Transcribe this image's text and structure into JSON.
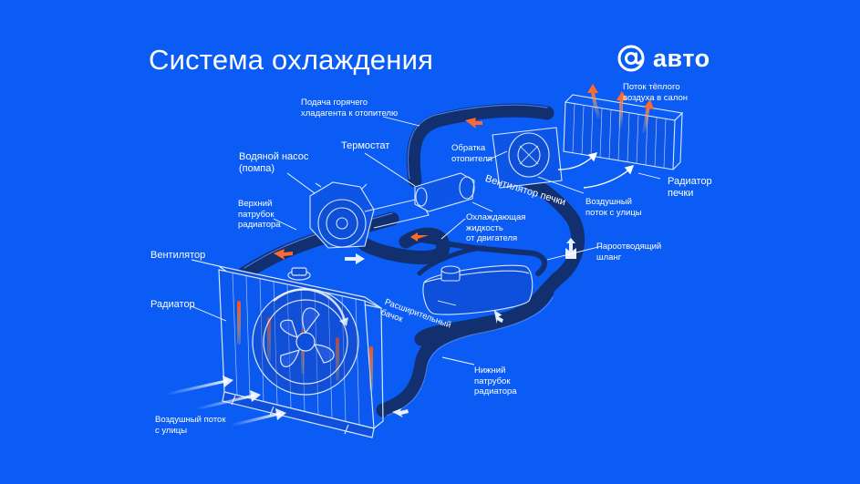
{
  "title": "Система охлаждения",
  "brand": {
    "text": "авто",
    "icon": "at-sign-logo-icon"
  },
  "colors": {
    "background": "#0a5cf5",
    "hose": "#12306f",
    "outline": "#cfe0ff",
    "hot": "#ff5a1f",
    "cold": "#e6f0ff"
  },
  "labels": {
    "hot_supply": "Подача горячего\nхладагента к отопителю",
    "warm_air": "Поток тёплого\nвоздуха в салон",
    "thermostat": "Термостат",
    "heater_return": "Обратка\nотопителя",
    "water_pump": "Водяной насос\n(помпа)",
    "heater_radiator": "Радиатор\nпечки",
    "heater_fan": "Вентилятор печки",
    "upper_hose": "Верхний\nпатрубок\nрадиатора",
    "coolant_from_engine": "Охлаждающая\nжидкость\nот двигателя",
    "outside_air_top": "Воздушный\nпоток с улицы",
    "steam_hose": "Пароотводящий\nшланг",
    "fan": "Вентилятор",
    "radiator": "Радиатор",
    "expansion_tank": "Расширительный\nбачок",
    "lower_hose": "Нижний\nпатрубок\nрадиатора",
    "outside_air_bottom": "Воздушный поток\nс улицы"
  }
}
